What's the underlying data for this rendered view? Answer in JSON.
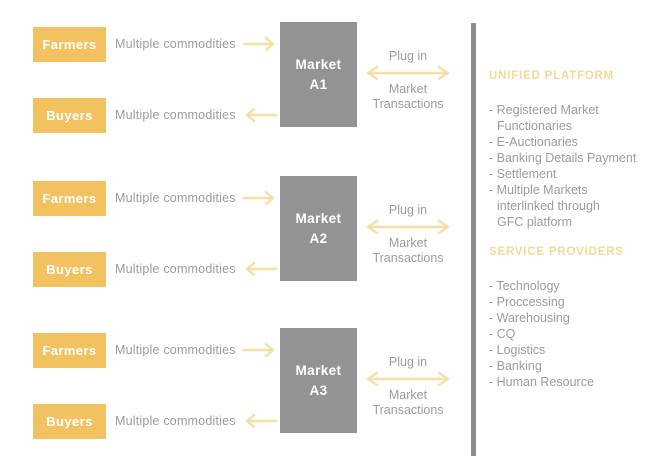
{
  "palette": {
    "yellow_box": "#F2C261",
    "gray_box": "#939395",
    "divider": "#8C8C8C",
    "gray_text": "#9C9C9C",
    "heading_gold": "#F4D898",
    "arrow": "#F6DFA4",
    "entity_text": "#FFFFFF"
  },
  "groups": [
    {
      "farmers_label": "Farmers",
      "buyers_label": "Buyers",
      "farmers_flow_label": "Multiple commodities",
      "buyers_flow_label": "Multiple commodities",
      "market_name": "Market",
      "market_code": "A1",
      "plug_in_label": "Plug in",
      "transactions_line1": "Market",
      "transactions_line2": "Transactions"
    },
    {
      "farmers_label": "Farmers",
      "buyers_label": "Buyers",
      "farmers_flow_label": "Multiple commodities",
      "buyers_flow_label": "Multiple commodities",
      "market_name": "Market",
      "market_code": "A2",
      "plug_in_label": "Plug in",
      "transactions_line1": "Market",
      "transactions_line2": "Transactions"
    },
    {
      "farmers_label": "Farmers",
      "buyers_label": "Buyers",
      "farmers_flow_label": "Multiple commodities",
      "buyers_flow_label": "Multiple commodities",
      "market_name": "Market",
      "market_code": "A3",
      "plug_in_label": "Plug in",
      "transactions_line1": "Market",
      "transactions_line2": "Transactions"
    }
  ],
  "right_panel": {
    "sections": [
      {
        "heading": "UNIFIED PLATFORM",
        "items": [
          [
            "- Registered Market",
            "Functionaries"
          ],
          [
            "- E-Auctionaries"
          ],
          [
            "- Banking Details Payment"
          ],
          [
            "- Settlement"
          ],
          [
            "- Multiple Markets",
            "interlinked through",
            "GFC platform"
          ]
        ]
      },
      {
        "heading": "SERVICE PROVIDERS",
        "items": [
          [
            "- Technology"
          ],
          [
            "- Proccessing"
          ],
          [
            "- Warehousing"
          ],
          [
            "- CQ"
          ],
          [
            "- Logistics"
          ],
          [
            "- Banking"
          ],
          [
            "- Human Resource"
          ]
        ]
      }
    ]
  }
}
